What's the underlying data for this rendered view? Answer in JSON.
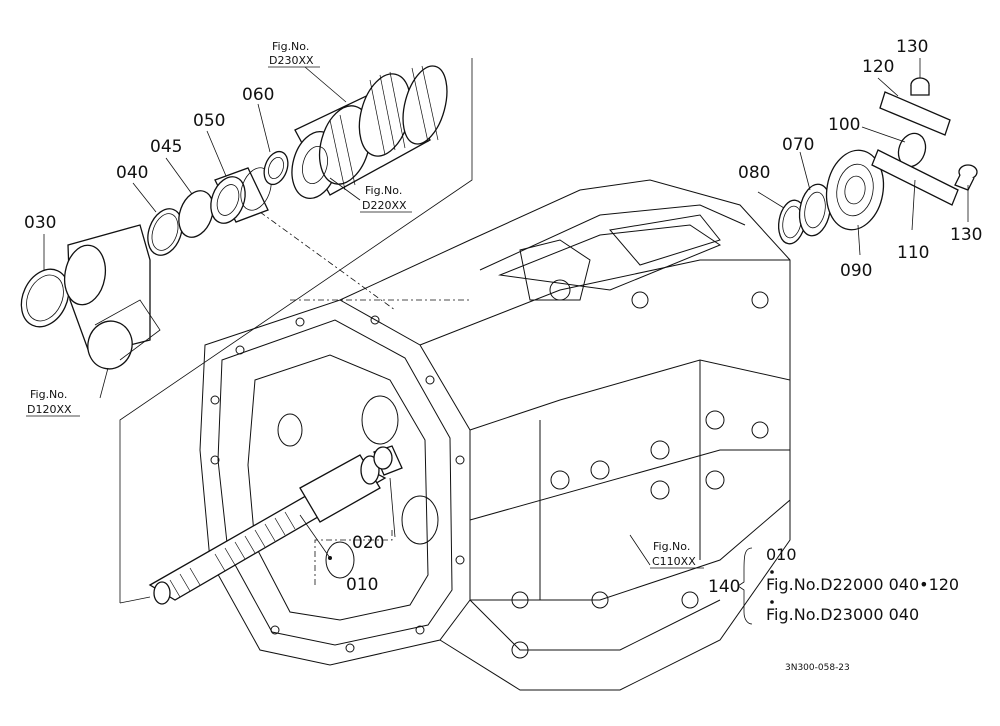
{
  "parts": {
    "p010": "010",
    "p020": "020",
    "p030": "030",
    "p040": "040",
    "p045": "045",
    "p050": "050",
    "p060": "060",
    "p070": "070",
    "p080": "080",
    "p090": "090",
    "p100": "100",
    "p110": "110",
    "p120": "120",
    "p130a": "130",
    "p130b": "130"
  },
  "figure_refs": {
    "d230": {
      "line1": "Fig.No.",
      "line2": "D230XX"
    },
    "d220": {
      "line1": "Fig.No.",
      "line2": "D220XX"
    },
    "d120": {
      "line1": "Fig.No.",
      "line2": "D120XX"
    },
    "c110": {
      "line1": "Fig.No.",
      "line2": "C110XX"
    }
  },
  "legend": {
    "number": "140",
    "row1": "010",
    "row2": "Fig.No.D22000  040•120",
    "row3": "Fig.No.D23000  040"
  },
  "drawing_code": "3N300-058-23"
}
